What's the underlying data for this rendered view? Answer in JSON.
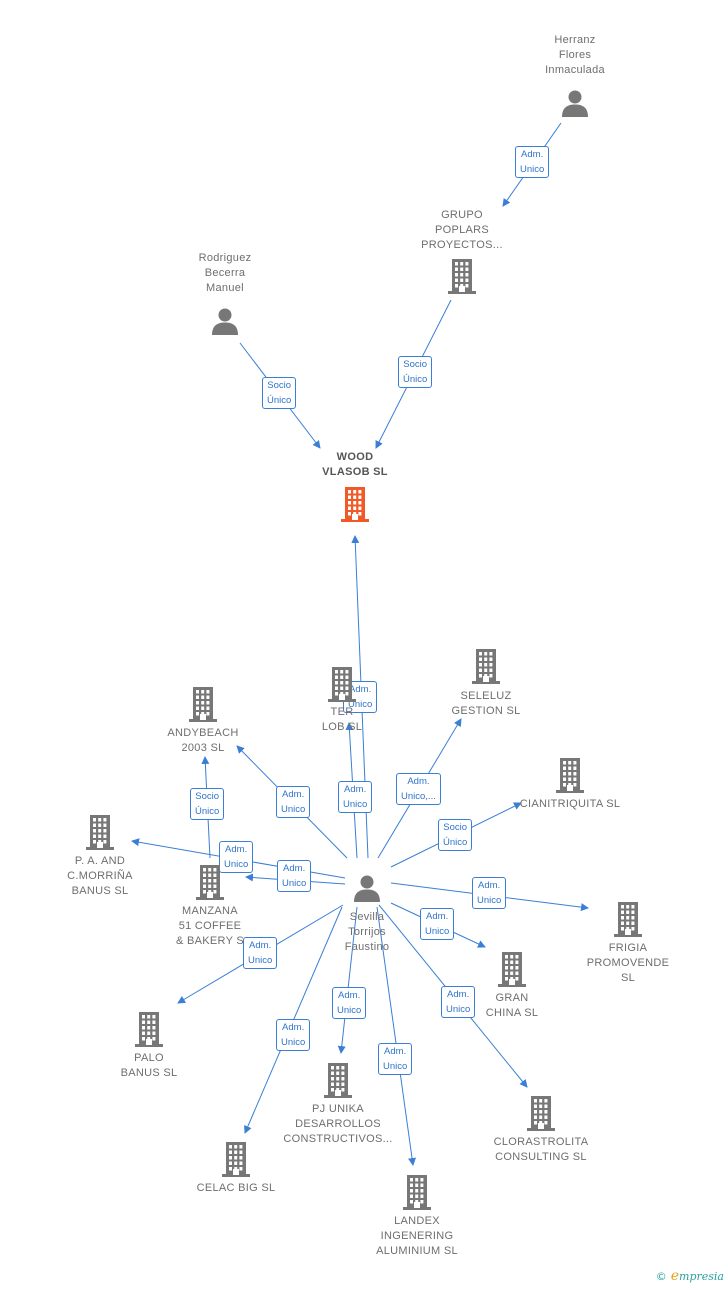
{
  "colors": {
    "edge": "#3a7fd5",
    "node": "#777777",
    "highlight": "#f05a28"
  },
  "nodes": [
    {
      "id": "herranz",
      "type": "person",
      "label": [
        "Herranz",
        "Flores",
        "Inmaculada"
      ]
    },
    {
      "id": "grupo",
      "type": "company",
      "label": [
        "GRUPO",
        "POPLARS",
        "PROYECTOS..."
      ]
    },
    {
      "id": "rodriguez",
      "type": "person",
      "label": [
        "Rodriguez",
        "Becerra",
        "Manuel"
      ]
    },
    {
      "id": "wood",
      "type": "company",
      "highlight": true,
      "label": [
        "WOOD",
        "VLASOB SL"
      ]
    },
    {
      "id": "sevilla",
      "type": "person",
      "label": [
        "Sevilla",
        "Torrijos",
        "Faustino"
      ]
    },
    {
      "id": "terlob",
      "type": "company",
      "label": [
        "TER",
        "LOB SL"
      ]
    },
    {
      "id": "seleluz",
      "type": "company",
      "label": [
        "SELELUZ",
        "GESTION SL"
      ]
    },
    {
      "id": "andybeach",
      "type": "company",
      "label": [
        "ANDYBEACH",
        "2003 SL"
      ]
    },
    {
      "id": "cianitriquita",
      "type": "company",
      "label": [
        "CIANITRIQUITA SL"
      ]
    },
    {
      "id": "pa",
      "type": "company",
      "label": [
        "P. A. AND",
        "C.MORRIÑA",
        "BANUS SL"
      ]
    },
    {
      "id": "manzana",
      "type": "company",
      "label": [
        "MANZANA",
        "51 COFFEE",
        "& BAKERY S"
      ]
    },
    {
      "id": "frigia",
      "type": "company",
      "label": [
        "FRIGIA",
        "PROMOVENDE",
        "SL"
      ]
    },
    {
      "id": "granchina",
      "type": "company",
      "label": [
        "GRAN",
        "CHINA SL"
      ]
    },
    {
      "id": "palo",
      "type": "company",
      "label": [
        "PALO",
        "BANUS SL"
      ]
    },
    {
      "id": "pjunika",
      "type": "company",
      "label": [
        "PJ UNIKA",
        "DESARROLLOS",
        "CONSTRUCTIVOS..."
      ]
    },
    {
      "id": "clorastrolita",
      "type": "company",
      "label": [
        "CLORASTROLITA",
        "CONSULTING SL"
      ]
    },
    {
      "id": "celac",
      "type": "company",
      "label": [
        "CELAC BIG SL"
      ]
    },
    {
      "id": "landex",
      "type": "company",
      "label": [
        "LANDEX",
        "INGENERING",
        "ALUMINIUM SL"
      ]
    }
  ],
  "edges": [
    {
      "from": "herranz",
      "to": "grupo",
      "label": [
        "Adm.",
        "Unico"
      ]
    },
    {
      "from": "grupo",
      "to": "wood",
      "label": [
        "Socio",
        "Único"
      ]
    },
    {
      "from": "rodriguez",
      "to": "wood",
      "label": [
        "Socio",
        "Único"
      ]
    },
    {
      "from": "sevilla",
      "to": "wood",
      "label": [
        "Adm.",
        "Unico"
      ]
    },
    {
      "from": "sevilla",
      "to": "terlob",
      "label": [
        "Adm.",
        "Unico"
      ]
    },
    {
      "from": "sevilla",
      "to": "seleluz",
      "label": [
        "Adm.",
        "Unico,..."
      ]
    },
    {
      "from": "sevilla",
      "to": "andybeach",
      "label": [
        "Adm.",
        "Unico"
      ]
    },
    {
      "from": "manzana",
      "to": "andybeach",
      "label": [
        "Socio",
        "Único"
      ]
    },
    {
      "from": "sevilla",
      "to": "cianitriquita",
      "label": [
        "Socio",
        "Único"
      ]
    },
    {
      "from": "sevilla",
      "to": "pa",
      "label": [
        "Adm.",
        "Unico"
      ]
    },
    {
      "from": "sevilla",
      "to": "manzana",
      "label": [
        "Adm.",
        "Unico"
      ]
    },
    {
      "from": "sevilla",
      "to": "frigia",
      "label": [
        "Adm.",
        "Unico"
      ]
    },
    {
      "from": "sevilla",
      "to": "granchina",
      "label": [
        "Adm.",
        "Unico"
      ]
    },
    {
      "from": "sevilla",
      "to": "palo",
      "label": [
        "Adm.",
        "Unico"
      ]
    },
    {
      "from": "sevilla",
      "to": "pjunika",
      "label": [
        "Adm.",
        "Unico"
      ]
    },
    {
      "from": "sevilla",
      "to": "clorastrolita",
      "label": [
        "Adm.",
        "Unico"
      ]
    },
    {
      "from": "sevilla",
      "to": "celac",
      "label": [
        "Adm.",
        "Unico"
      ]
    },
    {
      "from": "sevilla",
      "to": "landex",
      "label": [
        "Adm.",
        "Unico"
      ]
    }
  ],
  "brand": {
    "copyright": "©",
    "initial": "e",
    "rest": "mpresia"
  }
}
